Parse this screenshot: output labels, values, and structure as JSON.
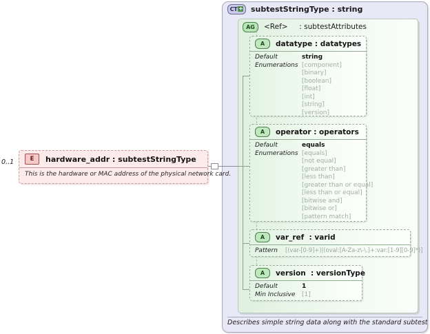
{
  "diagram": {
    "complex_type": {
      "badge": "CT",
      "badge_icon": "expand-plus-icon",
      "title": "subtestStringType : string",
      "documentation": "Describes simple string data along with the standard subtest attributes."
    },
    "attribute_group": {
      "badge": "AG",
      "ref_label": "<Ref>",
      "ref_target": ": subtestAttributes"
    },
    "attributes": [
      {
        "badge": "A",
        "name": "datatype",
        "type": ": datatypes",
        "facets": [
          {
            "label": "Default",
            "value": "string",
            "primary": true
          },
          {
            "label": "Enumerations",
            "value": "[component]",
            "primary": false
          }
        ],
        "enumerations": [
          "[component]",
          "[binary]",
          "[boolean]",
          "[float]",
          "[int]",
          "[string]",
          "[version]"
        ],
        "default_label": "Default",
        "enum_label": "Enumerations",
        "default_value": "string"
      },
      {
        "badge": "A",
        "name": "operator",
        "type": ": operators",
        "default_label": "Default",
        "enum_label": "Enumerations",
        "default_value": "equals",
        "enumerations": [
          "[equals]",
          "[not equal]",
          "[greater than]",
          "[less than]",
          "[greater than or equal]",
          "[less than or equal]",
          "[bitwise and]",
          "[bitwise or]",
          "[pattern match]"
        ]
      },
      {
        "badge": "A",
        "name": "var_ref",
        "type": ": varid",
        "pattern_label": "Pattern",
        "pattern_value": "[(var-[0-9]+)|(oval:[A-Za-z\\-\\.]+:var:[1-9][0-9]*)]"
      },
      {
        "badge": "A",
        "name": "version",
        "type": ": versionType",
        "default_label": "Default",
        "default_value": "1",
        "min_inclusive_label": "Min Inclusive",
        "min_inclusive_value": "[1]"
      }
    ],
    "element": {
      "badge": "E",
      "title": "hardware_addr : subtestStringType",
      "documentation": "This is the hardware or MAC address of the physical network card.",
      "cardinality": "0..1"
    },
    "colors": {
      "complex_type_fill": "#e8e8f7",
      "attribute_group_fill": "#dff0df",
      "attribute_fill": "#e3f4e3",
      "element_fill": "#fdeaea",
      "connector": "#8fa08f"
    }
  }
}
